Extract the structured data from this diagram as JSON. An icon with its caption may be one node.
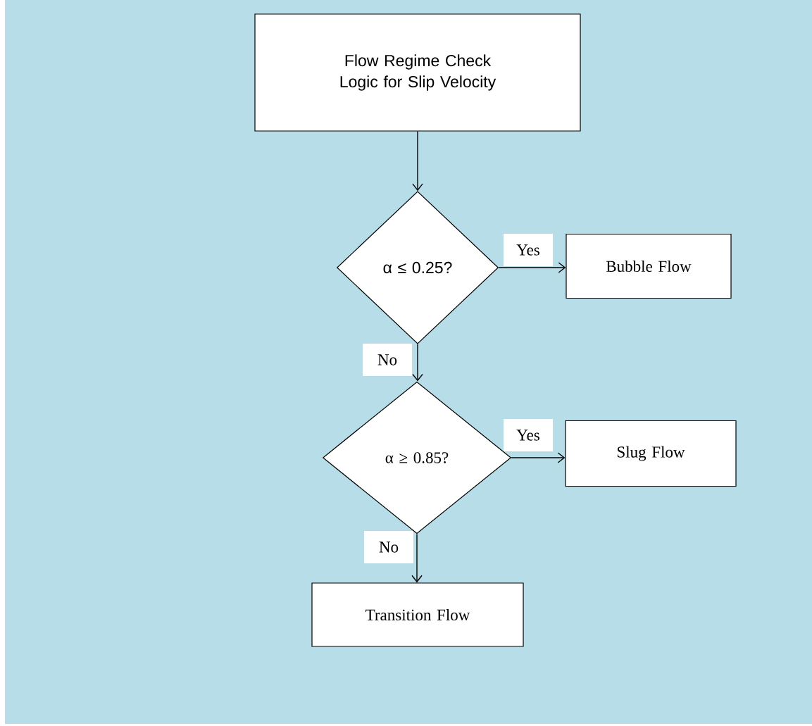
{
  "diagram": {
    "nodes": [
      {
        "text": [
          "Flow Regime Check Logic for Slip Velocity"
        ]
      },
      {
        "text": [
          "α ≤ 0.25?"
        ]
      },
      {
        "text": [
          "Bubble Flow"
        ]
      },
      {
        "text": [
          "α ≥ 0.85?"
        ]
      },
      {
        "text": [
          "Slug Flow"
        ]
      },
      {
        "text": [
          "Transition Flow"
        ]
      }
    ],
    "edges": [
      {
        "from": 0,
        "to": 1,
        "arrow": "to"
      },
      {
        "from": 1,
        "to": 2,
        "arrow": "to",
        "label": "Yes"
      },
      {
        "from": 1,
        "to": 3,
        "arrow": "to",
        "label": "No"
      },
      {
        "from": 3,
        "to": 4,
        "arrow": "to",
        "label": "Yes"
      },
      {
        "from": 3,
        "to": 5,
        "arrow": "to",
        "label": "No"
      }
    ]
  }
}
